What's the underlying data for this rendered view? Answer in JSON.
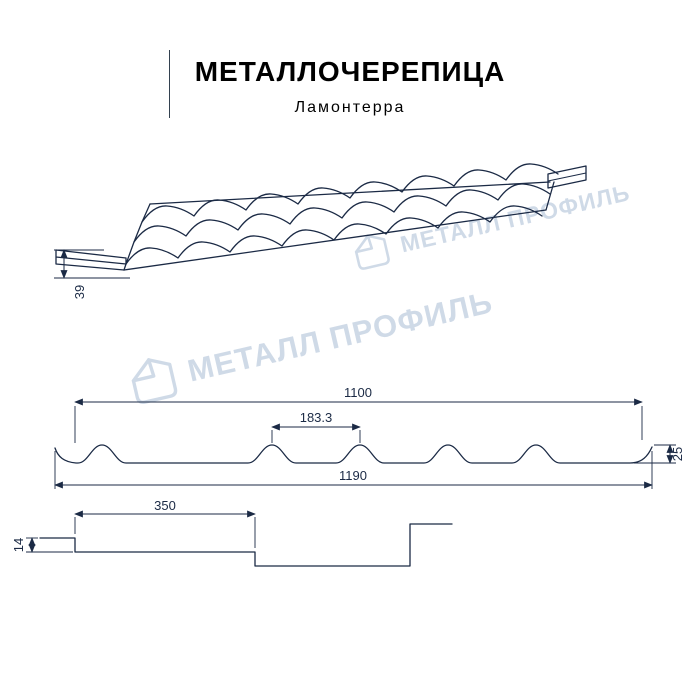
{
  "header": {
    "title": "МЕТАЛЛОЧЕРЕПИЦА",
    "subtitle": "Ламонтерра"
  },
  "watermark": {
    "text": "МЕТАЛЛ ПРОФИЛЬ",
    "logo_icon": "metall-profil-logo-icon"
  },
  "perspective_view": {
    "edge_height": "39"
  },
  "profile_view": {
    "width_useful": "1100",
    "wave_pitch": "183.3",
    "profile_height": "25",
    "width_total": "1190"
  },
  "step_view": {
    "module_length": "350",
    "step_height": "14"
  },
  "colors": {
    "line": "#1b2a45",
    "watermark": "#a9bcd4",
    "title": "#000000"
  }
}
